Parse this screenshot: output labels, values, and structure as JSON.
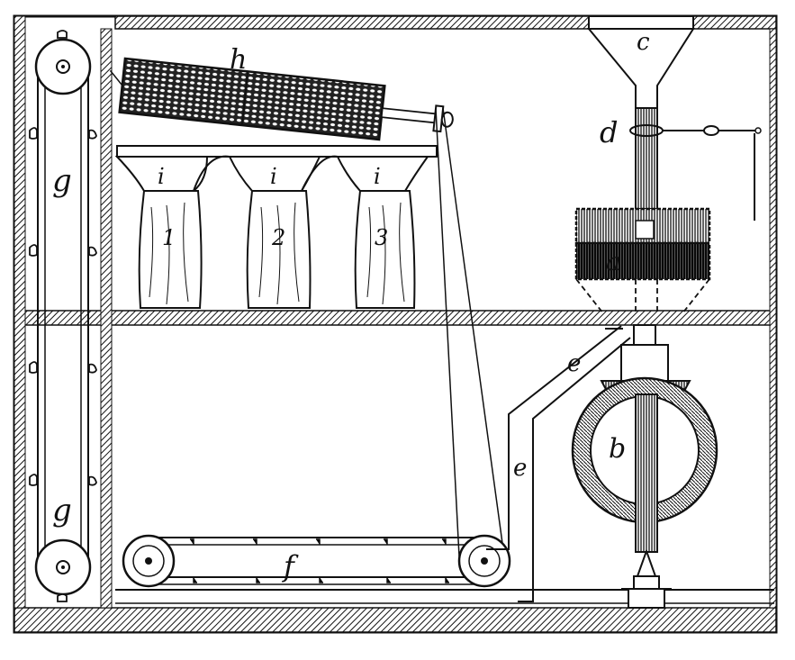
{
  "labels": {
    "a": "a",
    "b": "b",
    "c": "c",
    "d": "d",
    "e": "e",
    "f": "f",
    "g": "g",
    "h": "h",
    "i": "i"
  },
  "sacks": [
    "1",
    "2",
    "3"
  ],
  "colors": {
    "ink": "#111111",
    "paper": "#ffffff"
  }
}
